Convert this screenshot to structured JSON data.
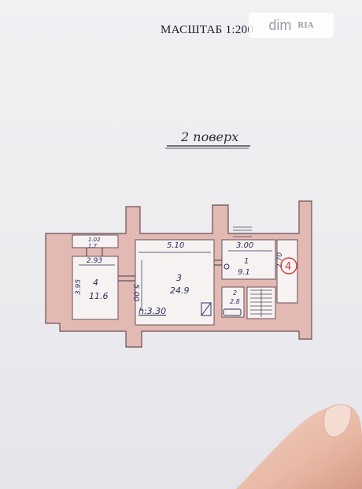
{
  "header": {
    "scale_label": "МАСШТАБ 1:200"
  },
  "watermark": {
    "brand": "dim",
    "sub": "RIA"
  },
  "floor": {
    "title": "2 поверх"
  },
  "rooms": [
    {
      "number": "1",
      "area": "9.1"
    },
    {
      "number": "2",
      "area": "2.8"
    },
    {
      "number": "3",
      "area": "24.9"
    },
    {
      "number": "4",
      "area": "11.6"
    },
    {
      "area_top": "1.7"
    }
  ],
  "dimensions": {
    "d510": "5.10",
    "d500": "5.00",
    "d300": "3.00",
    "d293": "2.93",
    "d395": "3.95",
    "d270": "2.70",
    "d102": "1.02"
  },
  "height_note": "h:3.30",
  "apartment_mark": "4",
  "colors": {
    "wall": "#e3b9b3",
    "wall_line": "#6a4f55",
    "ink": "#2b2f5a",
    "mark": "#d63a3a"
  }
}
